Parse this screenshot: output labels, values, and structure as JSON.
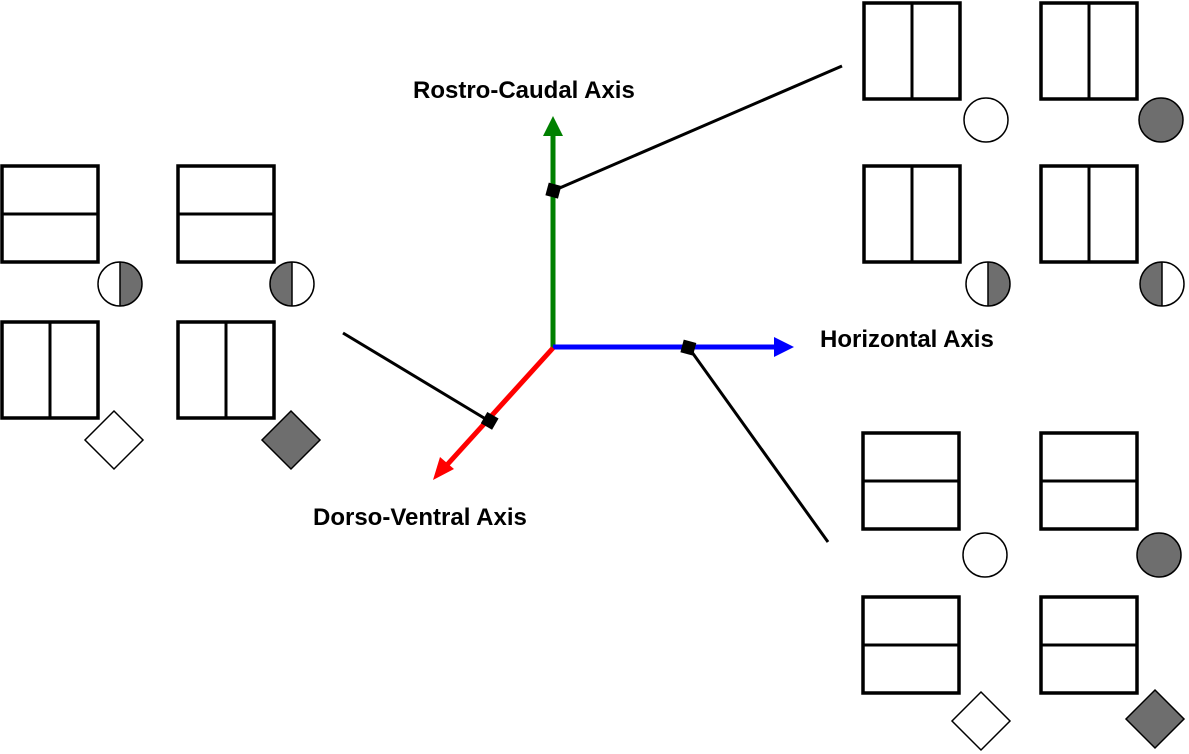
{
  "labels": {
    "rostro_caudal": "Rostro-Caudal Axis",
    "horizontal": "Horizontal Axis",
    "dorso_ventral": "Dorso-Ventral Axis"
  },
  "colors": {
    "rostro_caudal_axis": "#008000",
    "horizontal_axis": "#0000ff",
    "dorso_ventral_axis": "#ff0000",
    "symbol_fill": "#6e6e6e",
    "line": "#000000",
    "background": "#ffffff"
  },
  "groups": [
    {
      "name": "rostro-caudal-group",
      "axis": "rostro_caudal",
      "cells": [
        {
          "divider": "vertical",
          "symbol": "circle",
          "fill": "white"
        },
        {
          "divider": "vertical",
          "symbol": "circle",
          "fill": "gray"
        },
        {
          "divider": "vertical",
          "symbol": "circle",
          "fill": "half-right-gray"
        },
        {
          "divider": "vertical",
          "symbol": "circle",
          "fill": "half-left-gray"
        }
      ]
    },
    {
      "name": "dorso-ventral-group",
      "axis": "dorso_ventral",
      "cells": [
        {
          "divider": "horizontal",
          "symbol": "circle",
          "fill": "half-right-gray"
        },
        {
          "divider": "horizontal",
          "symbol": "circle",
          "fill": "half-left-gray"
        },
        {
          "divider": "vertical",
          "symbol": "diamond",
          "fill": "white"
        },
        {
          "divider": "vertical",
          "symbol": "diamond",
          "fill": "gray"
        }
      ]
    },
    {
      "name": "horizontal-group",
      "axis": "horizontal",
      "cells": [
        {
          "divider": "horizontal",
          "symbol": "circle",
          "fill": "white"
        },
        {
          "divider": "horizontal",
          "symbol": "circle",
          "fill": "gray"
        },
        {
          "divider": "horizontal",
          "symbol": "diamond",
          "fill": "white"
        },
        {
          "divider": "horizontal",
          "symbol": "diamond",
          "fill": "gray"
        }
      ]
    }
  ]
}
